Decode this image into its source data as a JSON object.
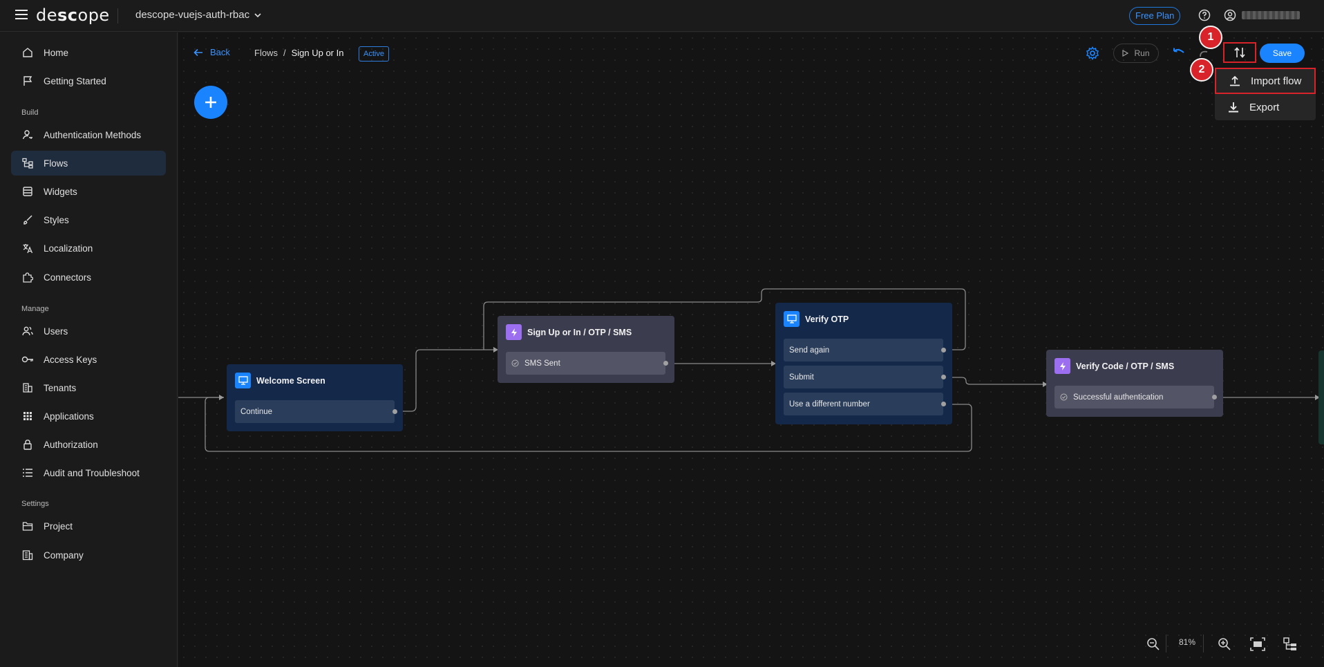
{
  "topbar": {
    "logo": "descope",
    "project": "descope-vuejs-auth-rbac",
    "plan": "Free Plan"
  },
  "sidebar": {
    "items_top": [
      {
        "label": "Home",
        "icon": "home-icon"
      },
      {
        "label": "Getting Started",
        "icon": "flag-icon"
      }
    ],
    "build_title": "Build",
    "build_items": [
      {
        "label": "Authentication Methods",
        "icon": "user-key-icon"
      },
      {
        "label": "Flows",
        "icon": "flow-icon"
      },
      {
        "label": "Widgets",
        "icon": "widget-icon"
      },
      {
        "label": "Styles",
        "icon": "brush-icon"
      },
      {
        "label": "Localization",
        "icon": "translate-icon"
      },
      {
        "label": "Connectors",
        "icon": "puzzle-icon"
      }
    ],
    "manage_title": "Manage",
    "manage_items": [
      {
        "label": "Users",
        "icon": "users-icon"
      },
      {
        "label": "Access Keys",
        "icon": "key-icon"
      },
      {
        "label": "Tenants",
        "icon": "tenants-icon"
      },
      {
        "label": "Applications",
        "icon": "grid-icon"
      },
      {
        "label": "Authorization",
        "icon": "lock-icon"
      },
      {
        "label": "Audit and Troubleshoot",
        "icon": "list-icon"
      }
    ],
    "settings_title": "Settings",
    "settings_items": [
      {
        "label": "Project",
        "icon": "folder-icon"
      },
      {
        "label": "Company",
        "icon": "building-icon"
      }
    ]
  },
  "header": {
    "back": "Back",
    "crumb_parent": "Flows",
    "crumb_sep": "/",
    "crumb_current": "Sign Up or In",
    "status": "Active",
    "run": "Run",
    "save": "Save"
  },
  "markers": {
    "one": "1",
    "two": "2"
  },
  "menu": {
    "import": "Import flow",
    "export": "Export"
  },
  "nodes": {
    "welcome": {
      "title": "Welcome Screen",
      "rows": [
        "Continue"
      ]
    },
    "signup": {
      "title": "Sign Up or In / OTP / SMS",
      "rows": [
        "SMS Sent"
      ]
    },
    "verify_otp": {
      "title": "Verify OTP",
      "rows": [
        "Send again",
        "Submit",
        "Use a different number"
      ]
    },
    "verify_code": {
      "title": "Verify Code / OTP / SMS",
      "rows": [
        "Successful authentication"
      ]
    }
  },
  "zoom": {
    "level": "81%"
  },
  "colors": {
    "accent": "#1a84ff",
    "highlight": "#d8232a",
    "action_icon": "#9c6ff0"
  }
}
